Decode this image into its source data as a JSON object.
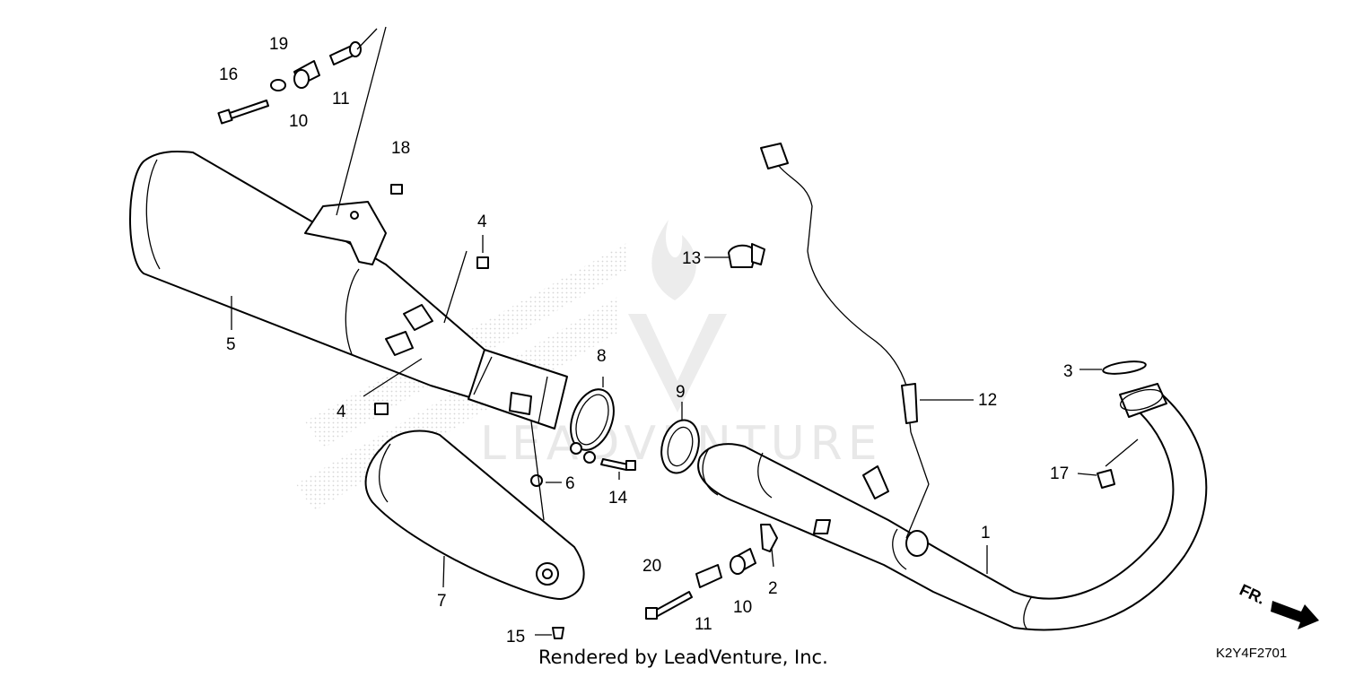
{
  "diagram": {
    "callouts": {
      "c1": "1",
      "c2": "2",
      "c3": "3",
      "c4a": "4",
      "c4b": "4",
      "c5": "5",
      "c6": "6",
      "c7": "7",
      "c8": "8",
      "c9": "9",
      "c10a": "10",
      "c10b": "10",
      "c11a": "11",
      "c11b": "11",
      "c12": "12",
      "c13": "13",
      "c14": "14",
      "c15": "15",
      "c16": "16",
      "c17": "17",
      "c18": "18",
      "c19": "19",
      "c20": "20"
    },
    "direction_label": "FR.",
    "diagram_code": "K2Y4F2701",
    "footer": "Rendered by LeadVenture, Inc.",
    "watermark": "LEADVENTURE"
  }
}
